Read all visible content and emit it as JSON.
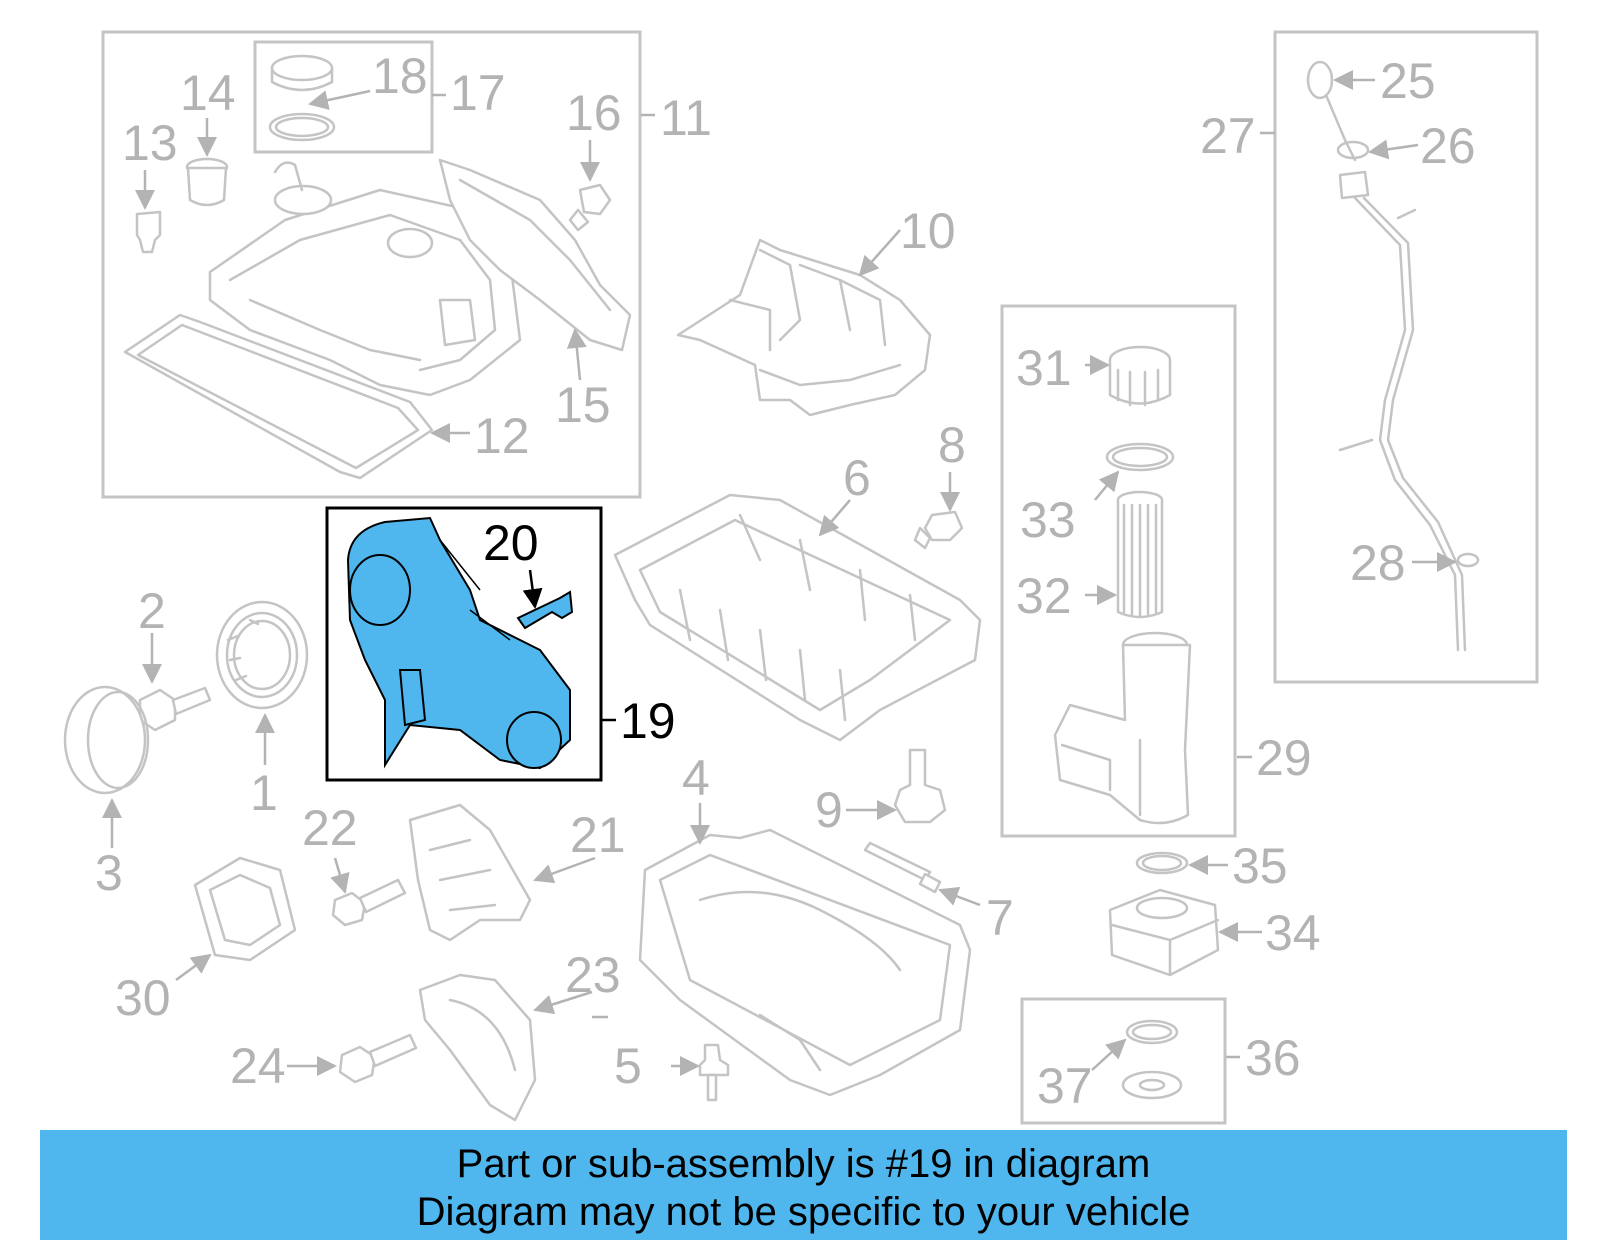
{
  "callouts": [
    "1",
    "2",
    "3",
    "4",
    "5",
    "6",
    "7",
    "8",
    "9",
    "10",
    "11",
    "12",
    "13",
    "14",
    "15",
    "16",
    "17",
    "18",
    "19",
    "20",
    "21",
    "22",
    "23",
    "24",
    "25",
    "26",
    "27",
    "28",
    "29",
    "30",
    "31",
    "32",
    "33",
    "34",
    "35",
    "36",
    "37"
  ],
  "highlight_color": "#4fb7ee",
  "banner": {
    "line1": "Part or sub-assembly is #19 in diagram",
    "line2": "Diagram may not be specific to your vehicle"
  }
}
